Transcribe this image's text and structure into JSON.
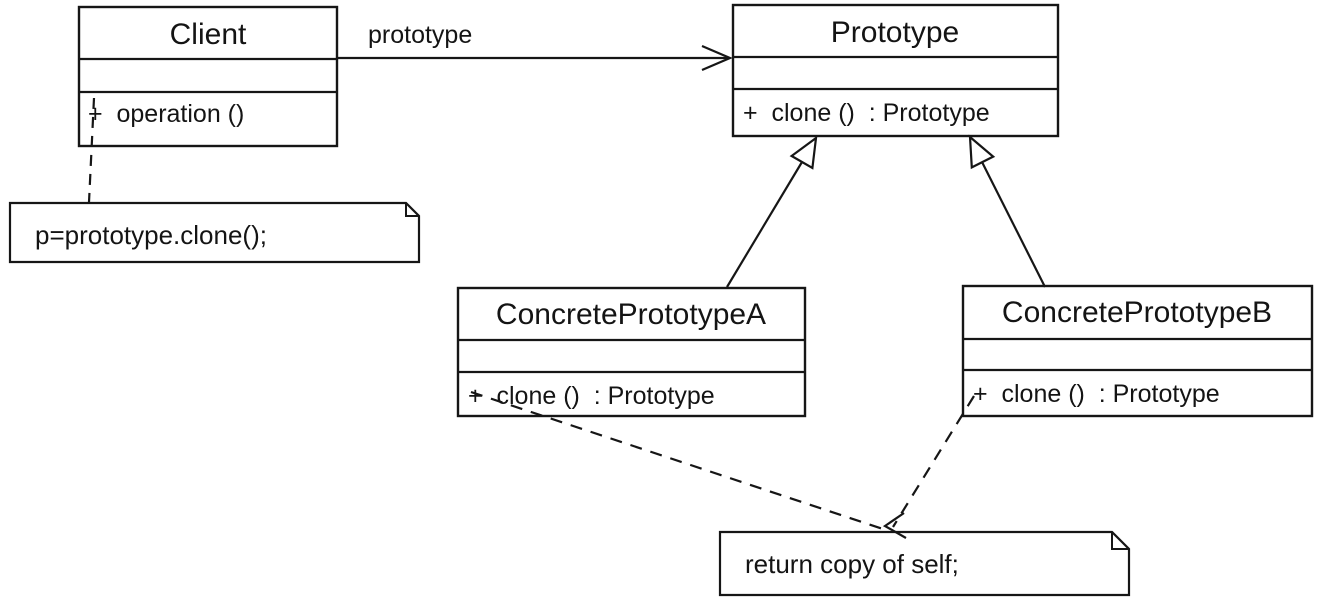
{
  "diagram": {
    "kind": "uml-class-diagram",
    "pattern_name": "Prototype",
    "classes": {
      "client": {
        "name": "Client",
        "attributes": "",
        "methods": "+  operation ()"
      },
      "prototype": {
        "name": "Prototype",
        "attributes": "",
        "methods": "+  clone ()  : Prototype"
      },
      "concrete_a": {
        "name": "ConcretePrototypeA",
        "attributes": "",
        "methods": "+  clone ()  : Prototype"
      },
      "concrete_b": {
        "name": "ConcretePrototypeB",
        "attributes": "",
        "methods": "+  clone ()  : Prototype"
      }
    },
    "association": {
      "label": "prototype",
      "from": "Client",
      "to": "Prototype",
      "type": "directed-association"
    },
    "generalizations": [
      {
        "from": "ConcretePrototypeA",
        "to": "Prototype"
      },
      {
        "from": "ConcretePrototypeB",
        "to": "Prototype"
      }
    ],
    "notes": {
      "client_note": {
        "text": "p=prototype.clone();"
      },
      "clone_note": {
        "text": "return copy of self;"
      }
    },
    "colors": {
      "line": "#161616",
      "background": "#ffffff"
    }
  }
}
